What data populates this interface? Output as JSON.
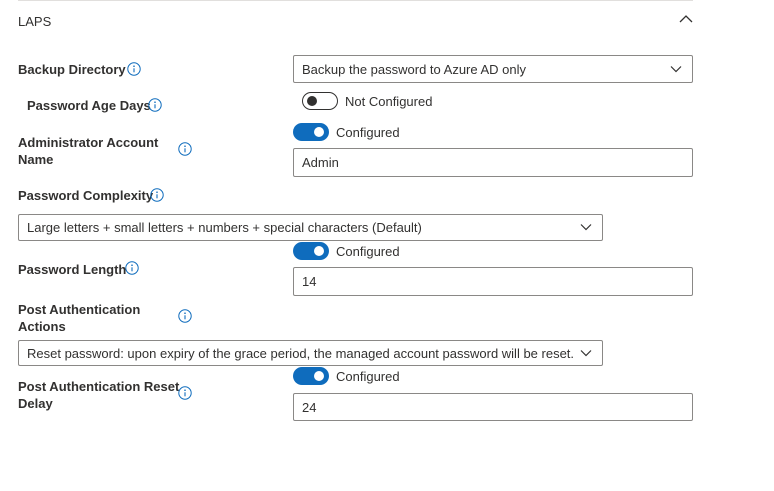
{
  "section": {
    "title": "LAPS"
  },
  "backup_directory": {
    "label": "Backup Directory",
    "value": "Backup the password to Azure AD only"
  },
  "password_age_days": {
    "label": "Password Age Days",
    "toggle_text": "Not Configured",
    "enabled": false
  },
  "admin_account_name": {
    "label_line1": "Administrator Account",
    "label_line2": "Name",
    "toggle_text": "Configured",
    "enabled": true,
    "value": "Admin"
  },
  "password_complexity": {
    "label": "Password Complexity",
    "value": "Large letters + small letters + numbers + special characters (Default)"
  },
  "password_length": {
    "label": "Password Length",
    "toggle_text": "Configured",
    "enabled": true,
    "value": "14"
  },
  "post_auth_actions": {
    "label_line1": "Post Authentication",
    "label_line2": "Actions",
    "value": "Reset password: upon expiry of the grace period, the managed account password will be reset."
  },
  "post_auth_reset_delay": {
    "label_line1": "Post Authentication Reset",
    "label_line2": "Delay",
    "toggle_text": "Configured",
    "enabled": true,
    "value": "24"
  },
  "colors": {
    "accent": "#0f6cbd",
    "border": "#8a8886",
    "text": "#323130"
  }
}
